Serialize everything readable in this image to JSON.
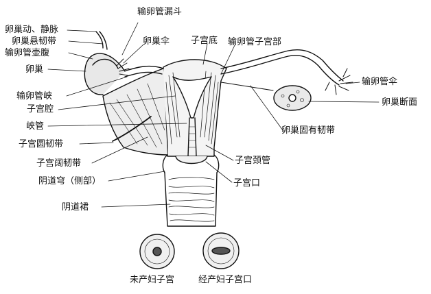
{
  "labels": {
    "ovarian_vessels": "卵巢动、静脉",
    "suspensory_ligament": "卵巢悬韧带",
    "ampulla": "输卵管壶腹",
    "ovary": "卵巢",
    "isthmus_tube": "输卵管峡",
    "uterine_cavity": "子宫腔",
    "isthmus_uteri": "峡管",
    "round_ligament": "子宫圆韧带",
    "broad_ligament": "子宫阔韧带",
    "vaginal_fornix": "阴道穹（侧部）",
    "vaginal_rugae": "阴道裙",
    "infundibulum": "输卵管漏斗",
    "ovary_fimbria": "卵巢伞",
    "fundus": "子宫底",
    "uterine_part_tube": "输卵管子宫部",
    "fimbriae": "输卵管伞",
    "ovary_section": "卵巢断面",
    "ovarian_ligament": "卵巢固有韧带",
    "cervical_canal": "子宫颈管",
    "external_os": "子宫口",
    "nulliparous": "未产妇子宫",
    "parous": "经产妇子宫口"
  }
}
